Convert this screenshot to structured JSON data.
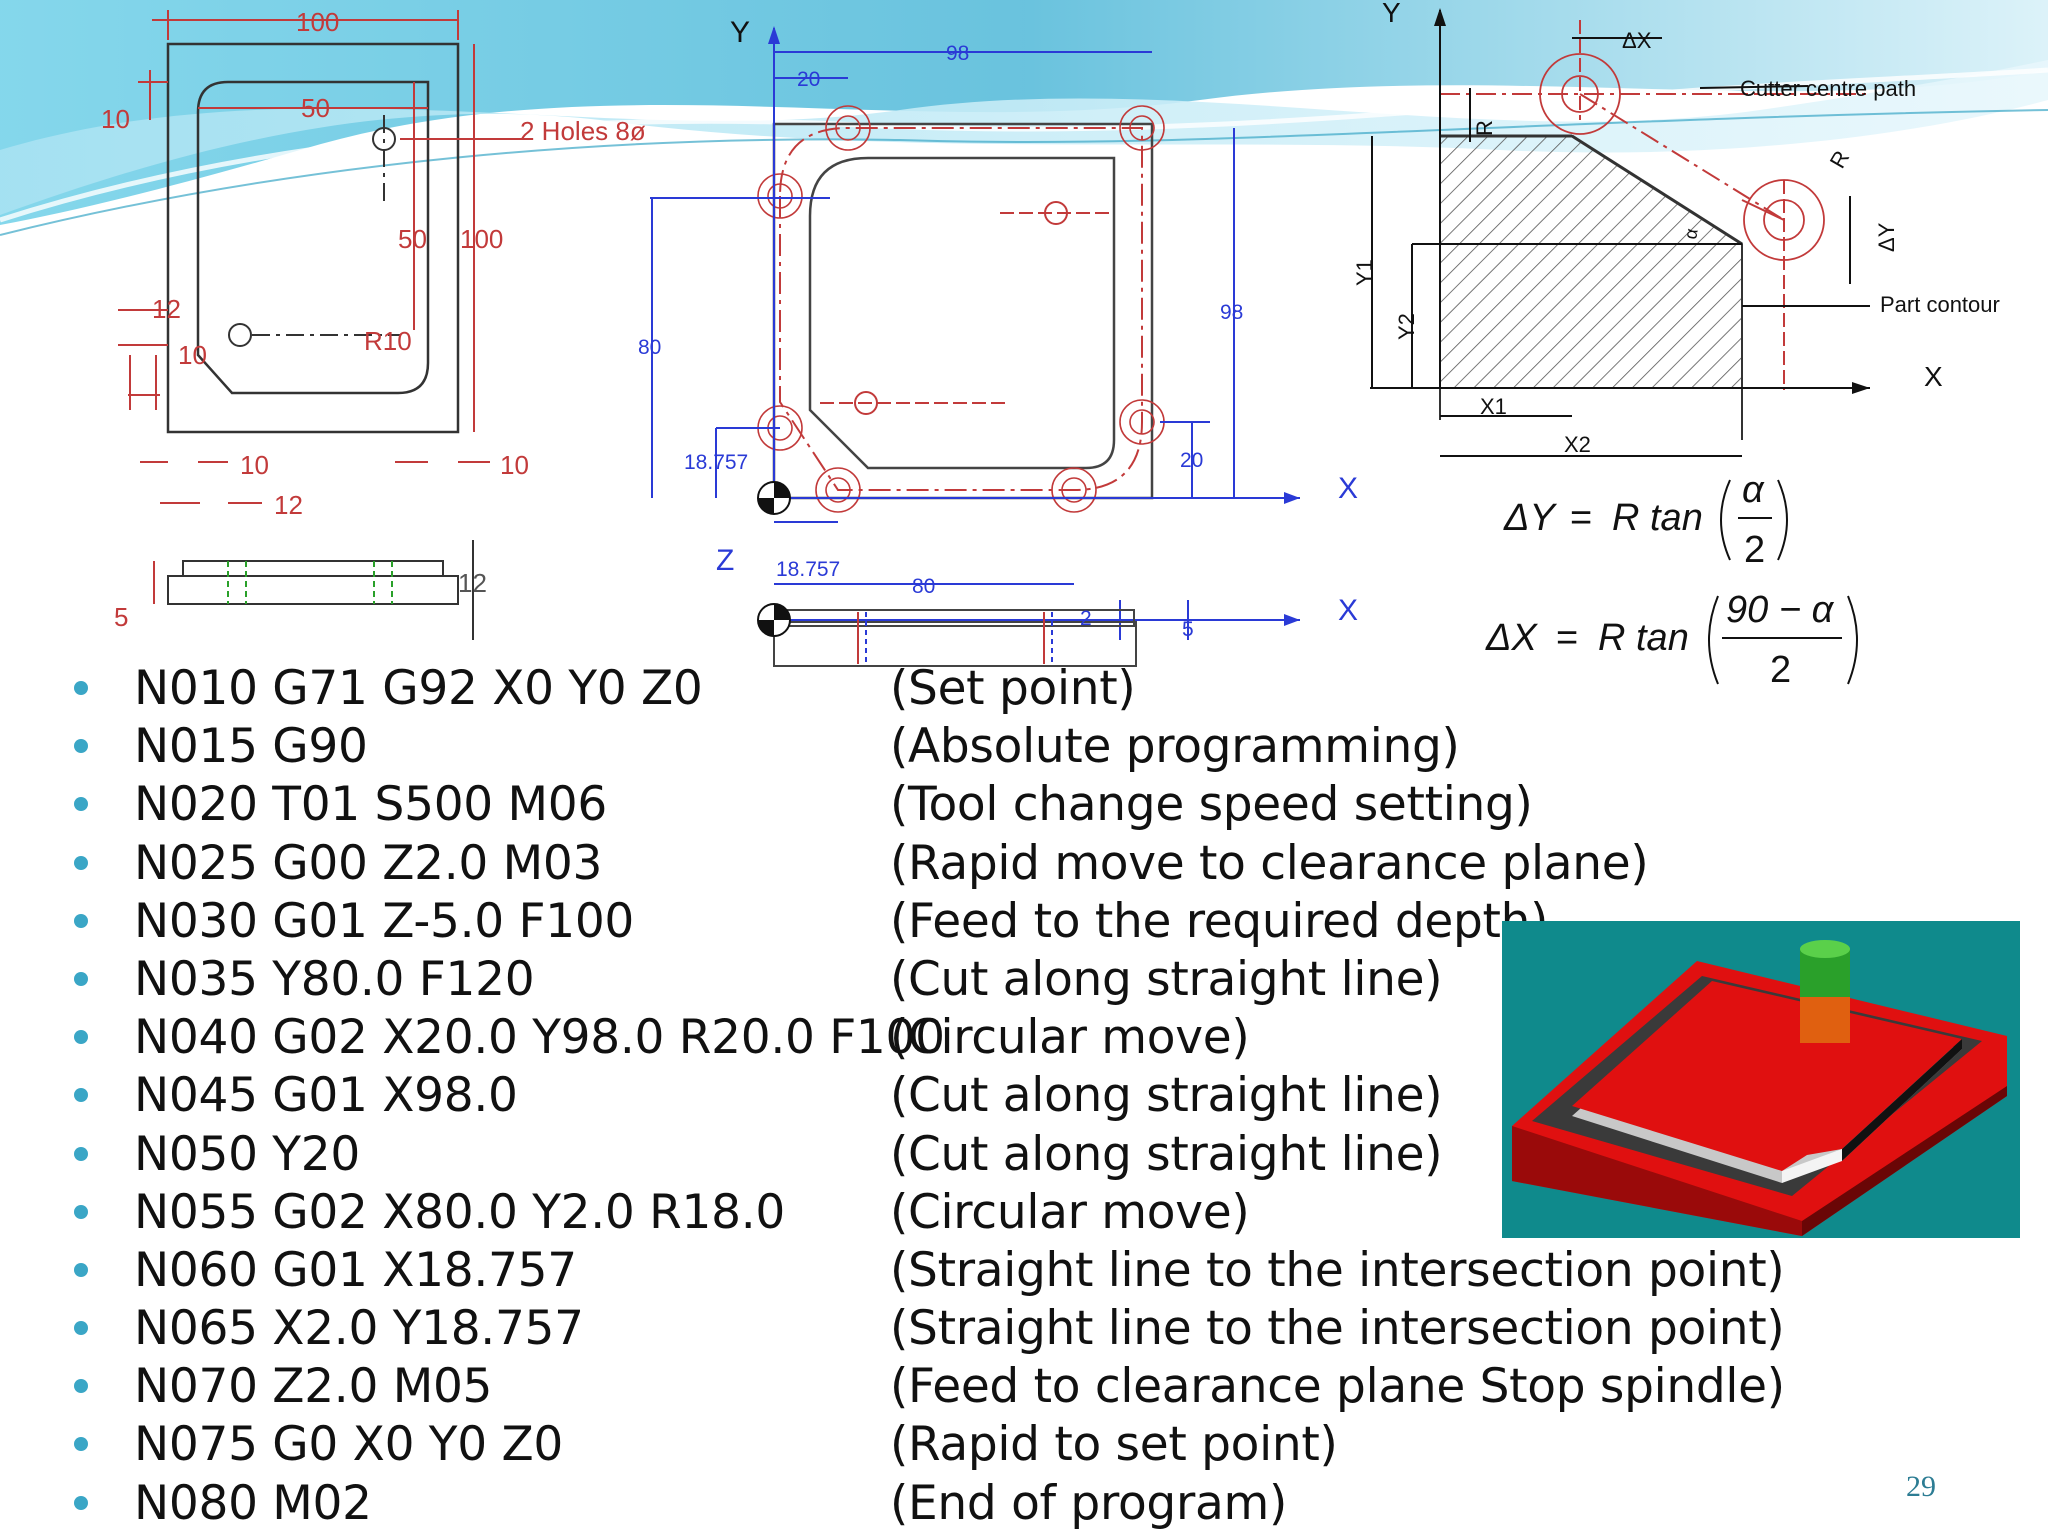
{
  "drawings": {
    "left_part": {
      "dim_top": "100",
      "dim_left": "10",
      "dim_50": "50",
      "holes_note": "2 Holes 8ø",
      "dim_50_vert": "50",
      "dim_100_vert": "100",
      "dim_12": "12",
      "dim_10_small": "10",
      "radius": "R10",
      "dim_bottom_10_left": "10",
      "dim_bottom_10_right": "10",
      "dim_bottom_12": "12",
      "side_dim_5": "5",
      "side_dim_12": "12"
    },
    "middle_part": {
      "axis_y": "Y",
      "axis_x": "X",
      "axis_z": "Z",
      "axis_x2": "X",
      "dim_98_top": "98",
      "dim_20_top": "20",
      "dim_80": "80",
      "dim_98_right": "98",
      "dim_18757_left": "18.757",
      "dim_20_right": "20",
      "dim_18757_bottom": "18.757",
      "dim_80_bottom": "80",
      "dim_2": "2",
      "dim_5": "5"
    },
    "right_part": {
      "axis_y": "Y",
      "axis_x": "X",
      "delta_x": "ΔX",
      "cutter_path_label": "Cutter centre path",
      "r_label_top": "R",
      "r_label_right": "R",
      "alpha": "α",
      "delta_y": "ΔY",
      "y1": "Y1",
      "y2": "Y2",
      "part_contour_label": "Part contour",
      "x1": "X1",
      "x2": "X2"
    },
    "formulas": {
      "dy_lhs": "ΔY",
      "eq": "=",
      "r_tan": "R tan",
      "dy_num": "α",
      "dy_den": "2",
      "dx_lhs": "ΔX",
      "dx_num": "90 − α",
      "dx_den": "2"
    }
  },
  "program": [
    {
      "code": "N010 G71 G92 X0 Y0 Z0",
      "comment": "(Set point)"
    },
    {
      "code": "N015 G90",
      "comment": "(Absolute programming)"
    },
    {
      "code": "N020 T01 S500 M06",
      "comment": "(Tool change speed setting)"
    },
    {
      "code": "N025 G00 Z2.0 M03",
      "comment": "(Rapid move to clearance plane)"
    },
    {
      "code": "N030 G01 Z-5.0 F100",
      "comment": "(Feed to the required depth)"
    },
    {
      "code": "N035 Y80.0 F120",
      "comment": "(Cut along straight line)"
    },
    {
      "code": "N040 G02 X20.0 Y98.0 R20.0 F100",
      "comment": "(Circular move)"
    },
    {
      "code": "N045 G01 X98.0",
      "comment": "(Cut along straight line)"
    },
    {
      "code": "N050 Y20",
      "comment": "(Cut along straight line)"
    },
    {
      "code": "N055 G02 X80.0 Y2.0 R18.0",
      "comment": "(Circular move)"
    },
    {
      "code": "N060 G01 X18.757",
      "comment": "(Straight line to the intersection point)"
    },
    {
      "code": "N065 X2.0 Y18.757",
      "comment": "(Straight line to the intersection point)"
    },
    {
      "code": "N070 Z2.0 M05",
      "comment": "(Feed to clearance plane Stop spindle)"
    },
    {
      "code": "N075 G0 X0 Y0 Z0",
      "comment": "(Rapid to set point)"
    },
    {
      "code": "N080 M02",
      "comment": "(End of program)"
    }
  ],
  "page_number": "29",
  "colors": {
    "wave_light": "#bfe8f3",
    "wave_mid": "#7fd0e6",
    "wave_dark": "#3aa6c6",
    "cad_red": "#c23a3a",
    "cad_blue": "#2a3ad6",
    "render_bg": "#0f8a8c",
    "part_red": "#e01010"
  }
}
